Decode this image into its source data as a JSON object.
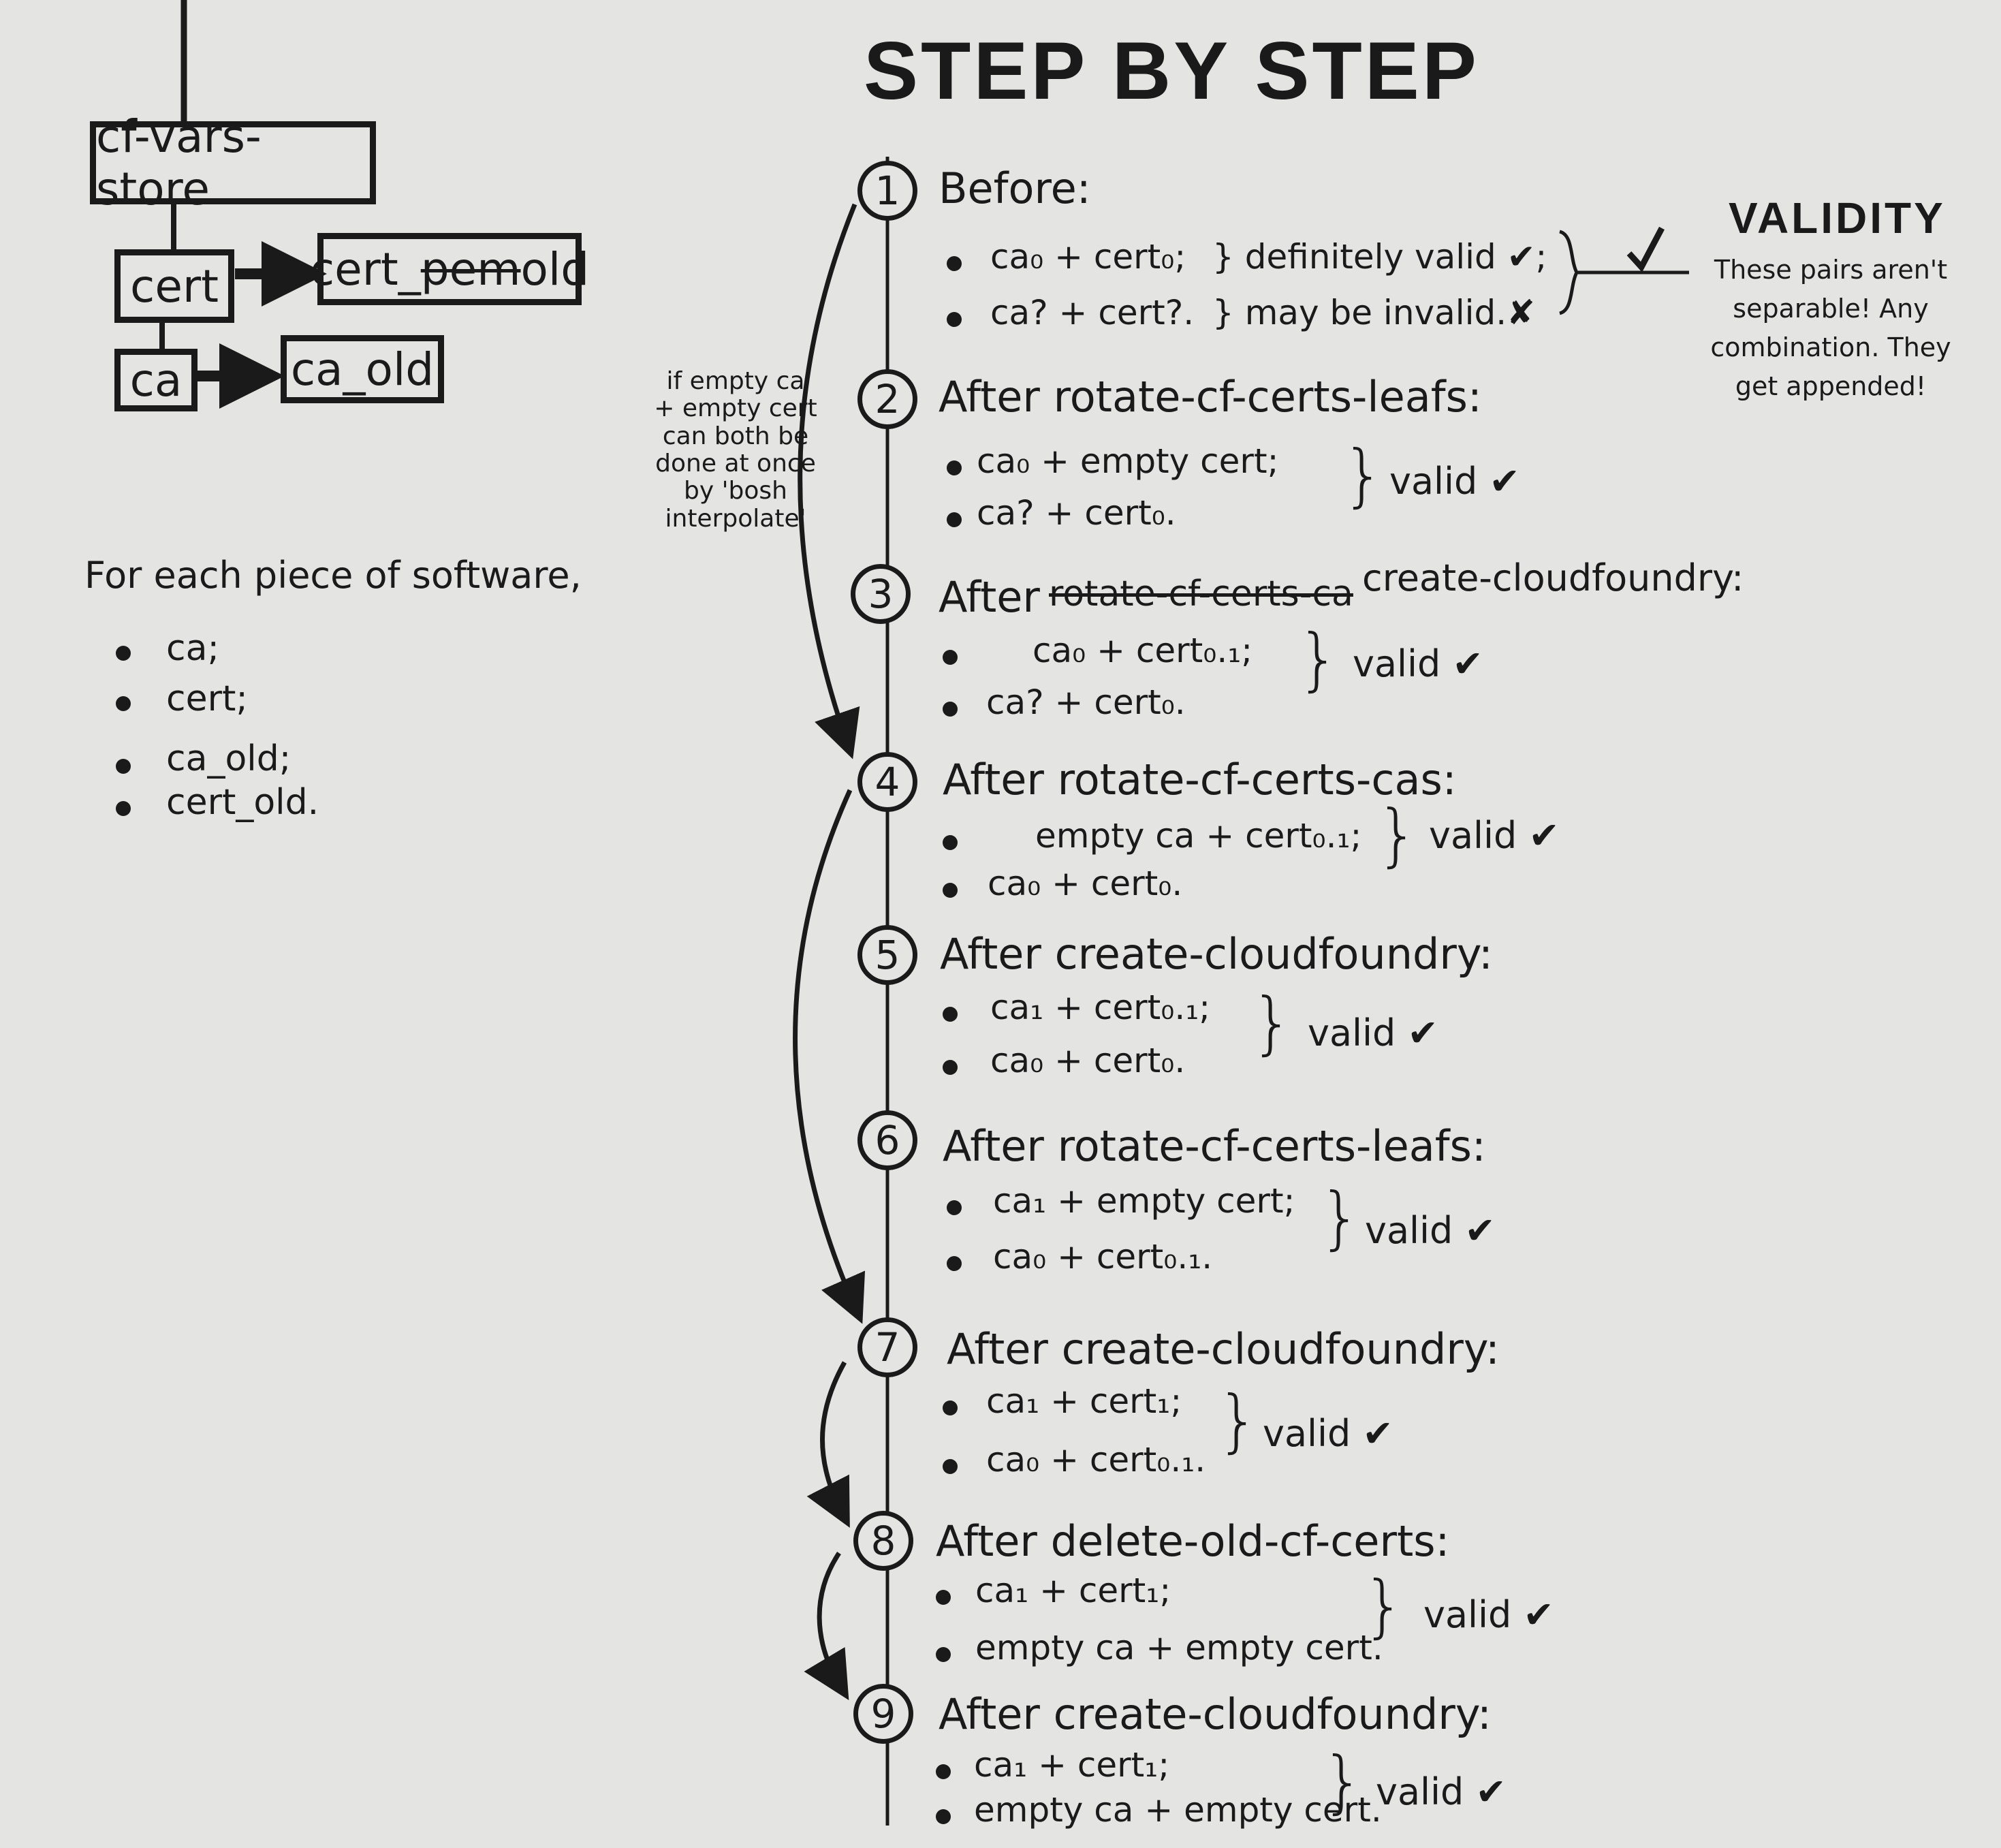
{
  "title": "STEP BY STEP",
  "store": {
    "root": "cf-vars-store",
    "cert": "cert",
    "cert_old": "cert_",
    "cert_old_struck": "pem",
    "cert_old_rest": "old",
    "ca": "ca",
    "ca_old": "ca_old"
  },
  "software": {
    "heading": "For each piece of software,",
    "items": [
      "ca;",
      "cert;",
      "ca_old;",
      "cert_old."
    ]
  },
  "side_note": "if empty ca + empty cert can both be done at once by 'bosh interpolate'",
  "validity": {
    "title": "VALIDITY",
    "note": "These pairs aren't separable! Any combination. They get appended!"
  },
  "steps": [
    {
      "num": "1",
      "heading": "Before:",
      "lines": [
        "ca₀ + cert₀;",
        "ca? + cert?."
      ],
      "notes": [
        "} definitely valid ✔;",
        "} may be invalid.✘"
      ],
      "valid": ""
    },
    {
      "num": "2",
      "heading": "After  rotate-cf-certs-leafs:",
      "lines": [
        "ca₀ + empty cert;",
        "ca? + cert₀."
      ],
      "valid": "valid ✔"
    },
    {
      "num": "3",
      "heading": "After",
      "struck": "rotate-cf-certs-ca",
      "heading_rest": "create-cloudfoundry:",
      "lines": [
        "ca₀ + cert₀.₁;",
        "ca? + cert₀."
      ],
      "valid": "valid ✔"
    },
    {
      "num": "4",
      "heading": "After  rotate-cf-certs-cas:",
      "lines": [
        "empty ca + cert₀.₁;",
        "ca₀ + cert₀."
      ],
      "valid": "valid ✔"
    },
    {
      "num": "5",
      "heading": "After  create-cloudfoundry:",
      "lines": [
        "ca₁ + cert₀.₁;",
        "ca₀ + cert₀."
      ],
      "valid": "valid ✔"
    },
    {
      "num": "6",
      "heading": "After  rotate-cf-certs-leafs:",
      "lines": [
        "ca₁ + empty cert;",
        "ca₀ + cert₀.₁."
      ],
      "valid": "valid ✔"
    },
    {
      "num": "7",
      "heading": "After  create-cloudfoundry:",
      "lines": [
        "ca₁ + cert₁;",
        "ca₀ + cert₀.₁."
      ],
      "valid": "valid ✔"
    },
    {
      "num": "8",
      "heading": "After  delete-old-cf-certs:",
      "lines": [
        "ca₁ + cert₁;",
        "empty ca + empty cert."
      ],
      "valid": "valid ✔"
    },
    {
      "num": "9",
      "heading": "After  create-cloudfoundry:",
      "lines": [
        "ca₁ + cert₁;",
        "empty ca + empty cert."
      ],
      "valid": "valid ✔"
    }
  ]
}
